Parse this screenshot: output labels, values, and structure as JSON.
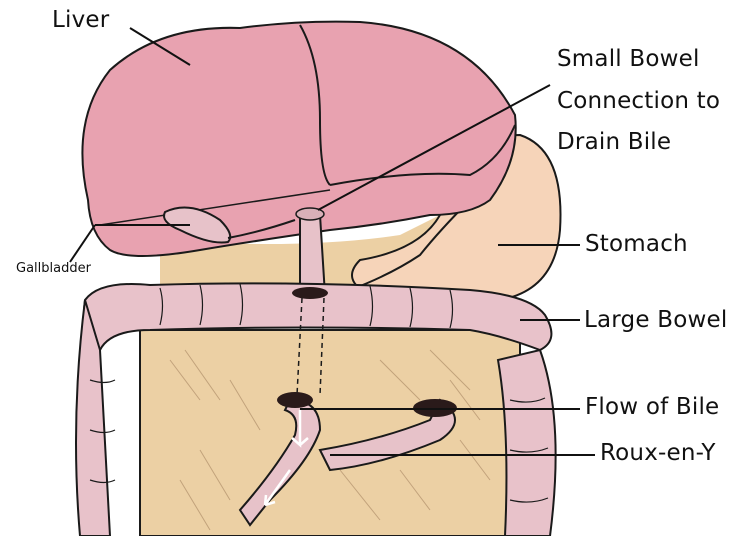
{
  "labels": {
    "liver": "Liver",
    "small_bowel_line1": "Small Bowel",
    "small_bowel_line2": "Connection to",
    "small_bowel_line3": "Drain Bile",
    "gallbladder": "Gallbladder",
    "stomach": "Stomach",
    "large_bowel": "Large Bowel",
    "flow_of_bile": "Flow of Bile",
    "roux_en_y": "Roux-en-Y"
  },
  "colors": {
    "liver": "#e8a2b0",
    "liver_dark": "#d98b9c",
    "stomach": "#f6d4b9",
    "colon": "#e8c2ca",
    "mesentery": "#ecd0a4",
    "bile_duct": "#e7c2c9",
    "outline": "#1a1a1a"
  }
}
